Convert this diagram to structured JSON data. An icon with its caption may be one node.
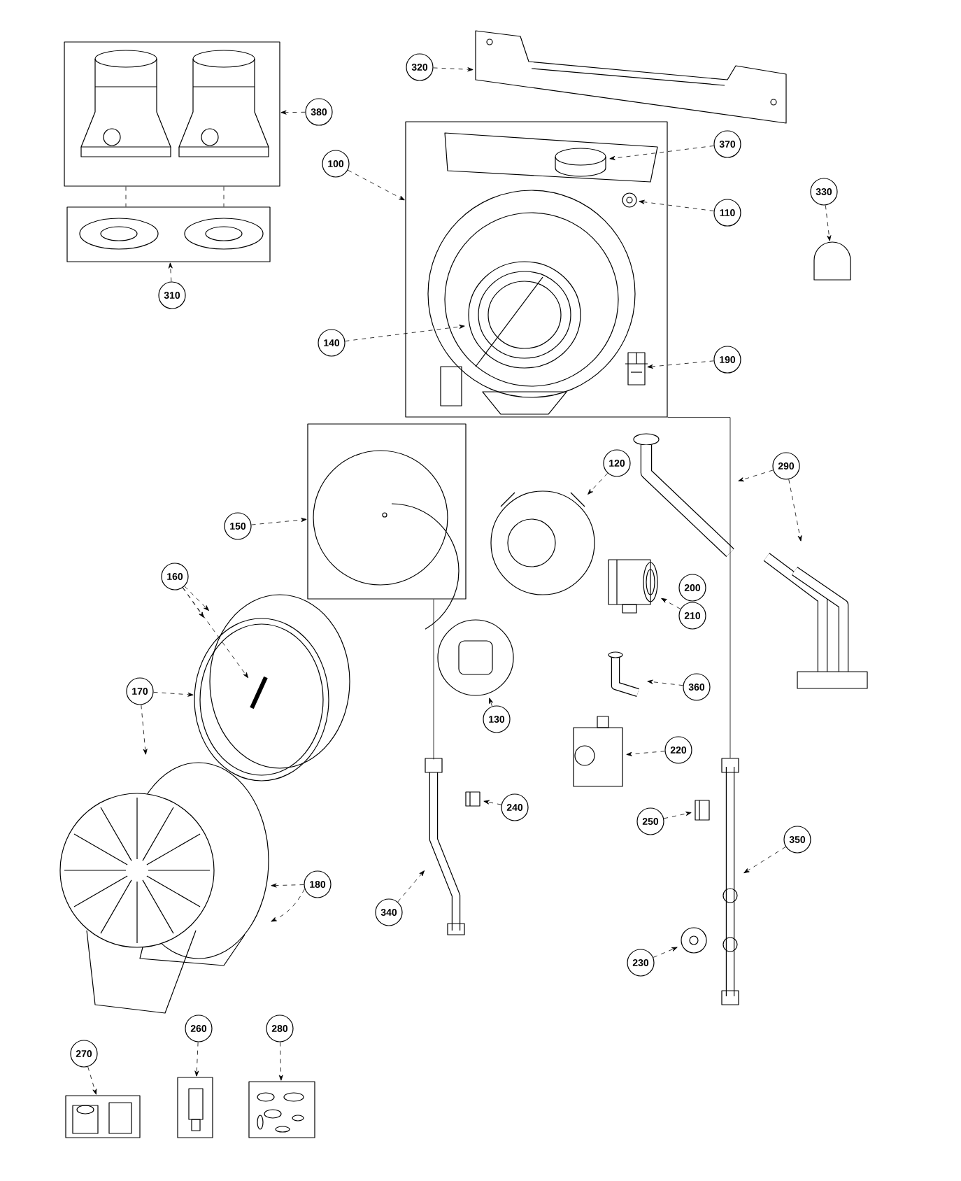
{
  "diagram": {
    "nodes": [
      {
        "text": [
          "320"
        ]
      },
      {
        "text": [
          "380"
        ]
      },
      {
        "text": [
          "100"
        ]
      },
      {
        "text": [
          "370"
        ]
      },
      {
        "text": [
          "110"
        ]
      },
      {
        "text": [
          "330"
        ]
      },
      {
        "text": [
          "310"
        ]
      },
      {
        "text": [
          "140"
        ]
      },
      {
        "text": [
          "190"
        ]
      },
      {
        "text": [
          "120"
        ]
      },
      {
        "text": [
          "290"
        ]
      },
      {
        "text": [
          "150"
        ]
      },
      {
        "text": [
          "160"
        ]
      },
      {
        "text": [
          "210"
        ]
      },
      {
        "text": [
          "360"
        ]
      },
      {
        "text": [
          "170"
        ]
      },
      {
        "text": [
          "130"
        ]
      },
      {
        "text": [
          "220"
        ]
      },
      {
        "text": [
          "240"
        ]
      },
      {
        "text": [
          "250"
        ]
      },
      {
        "text": [
          "350"
        ]
      },
      {
        "text": [
          "180"
        ]
      },
      {
        "text": [
          "340"
        ]
      },
      {
        "text": [
          "230"
        ]
      },
      {
        "text": [
          "270"
        ]
      },
      {
        "text": [
          "260"
        ]
      },
      {
        "text": [
          "280"
        ]
      },
      {
        "text": [],
        "shape": "picture"
      },
      {
        "text": [],
        "shape": "picture"
      },
      {
        "text": [],
        "shape": "picture"
      },
      {
        "text": [],
        "shape": "picture",
        "in": 29
      },
      {
        "text": [],
        "shape": "picture",
        "in": 29
      },
      {
        "text": [],
        "shape": "picture"
      },
      {
        "text": [],
        "shape": "picture"
      },
      {
        "text": [],
        "shape": "picture",
        "in": 29
      },
      {
        "text": [],
        "shape": "picture",
        "in": 29
      },
      {
        "text": [],
        "shape": "picture"
      },
      {
        "text": [],
        "shape": "picture"
      },
      {
        "text": [],
        "shape": "picture"
      },
      {
        "text": [],
        "shape": "picture"
      },
      {
        "text": [],
        "shape": "picture"
      },
      {
        "text": [],
        "shape": "picture"
      },
      {
        "text": [],
        "shape": "picture"
      },
      {
        "text": [],
        "shape": "picture",
        "in": 42
      },
      {
        "text": [],
        "shape": "picture"
      },
      {
        "text": [],
        "shape": "picture"
      },
      {
        "text": [],
        "shape": "picture"
      },
      {
        "text": [],
        "shape": "picture"
      },
      {
        "text": [],
        "shape": "picture"
      },
      {
        "text": [],
        "shape": "picture"
      },
      {
        "text": [],
        "shape": "picture"
      },
      {
        "text": [],
        "shape": "picture"
      },
      {
        "text": [],
        "shape": "picture"
      },
      {
        "text": [],
        "shape": "picture"
      },
      {
        "text": [],
        "shape": "picture"
      },
      {
        "text": [],
        "shape": "picture"
      },
      {
        "text": [
          "200"
        ]
      }
    ],
    "edges": [
      {
        "from": 0,
        "to": 27,
        "arrow": "to",
        "style": "dashed"
      },
      {
        "from": 1,
        "to": 28,
        "arrow": "to",
        "style": "dashed"
      },
      {
        "from": 2,
        "to": 29,
        "arrow": "to",
        "style": "dashed"
      },
      {
        "from": 3,
        "to": 30,
        "arrow": "to",
        "style": "dashed"
      },
      {
        "from": 4,
        "to": 31,
        "arrow": "to",
        "style": "dashed"
      },
      {
        "from": 5,
        "to": 32,
        "arrow": "to",
        "style": "dashed"
      },
      {
        "from": 6,
        "to": 33,
        "arrow": "to",
        "style": "dashed"
      },
      {
        "from": 7,
        "to": 34,
        "arrow": "to",
        "style": "dashed"
      },
      {
        "from": 8,
        "to": 35,
        "arrow": "to",
        "style": "dashed"
      },
      {
        "from": 9,
        "to": 37,
        "arrow": "to",
        "style": "dashed"
      },
      {
        "from": 10,
        "to": 38,
        "arrow": "to",
        "style": "dashed"
      },
      {
        "from": 10,
        "to": 39,
        "arrow": "to",
        "style": "dashed"
      },
      {
        "from": 11,
        "to": 36,
        "arrow": "to",
        "style": "dashed"
      },
      {
        "from": 12,
        "to": 41,
        "arrow": "to",
        "style": "dashed"
      },
      {
        "from": 12,
        "to": 42,
        "arrow": "to",
        "style": "dashed"
      },
      {
        "from": 12,
        "to": 43,
        "arrow": "to",
        "style": "dashed"
      },
      {
        "from": 13,
        "to": 40,
        "arrow": "to",
        "style": "dashed"
      },
      {
        "from": 14,
        "to": 46,
        "arrow": "to",
        "style": "dashed"
      },
      {
        "from": 15,
        "to": 42,
        "arrow": "to",
        "style": "dashed"
      },
      {
        "from": 15,
        "to": 44,
        "arrow": "to",
        "style": "dashed"
      },
      {
        "from": 16,
        "to": 45,
        "arrow": "to",
        "style": "dashed"
      },
      {
        "from": 17,
        "to": 47,
        "arrow": "to",
        "style": "dashed"
      },
      {
        "from": 18,
        "to": 48,
        "arrow": "to",
        "style": "dashed"
      },
      {
        "from": 19,
        "to": 49,
        "arrow": "to",
        "style": "dashed"
      },
      {
        "from": 20,
        "to": 50,
        "arrow": "to",
        "style": "dashed"
      },
      {
        "from": 21,
        "to": 44,
        "arrow": "to",
        "style": "dashed"
      },
      {
        "from": 21,
        "to": 44,
        "arrow": "to",
        "style": "dashed"
      },
      {
        "from": 22,
        "to": 51,
        "arrow": "to",
        "style": "dashed"
      },
      {
        "from": 23,
        "to": 52,
        "arrow": "to",
        "style": "dashed"
      },
      {
        "from": 24,
        "to": 53,
        "arrow": "to",
        "style": "dashed"
      },
      {
        "from": 25,
        "to": 54,
        "arrow": "to",
        "style": "dashed"
      },
      {
        "from": 26,
        "to": 55,
        "arrow": "to",
        "style": "dashed"
      },
      {
        "from": 28,
        "to": 33,
        "arrow": "none",
        "style": "dashed"
      },
      {
        "from": 28,
        "to": 33,
        "arrow": "none",
        "style": "dashed"
      },
      {
        "from": 36,
        "to": 51,
        "arrow": "none"
      },
      {
        "from": 29,
        "to": 50,
        "arrow": "none"
      }
    ]
  }
}
